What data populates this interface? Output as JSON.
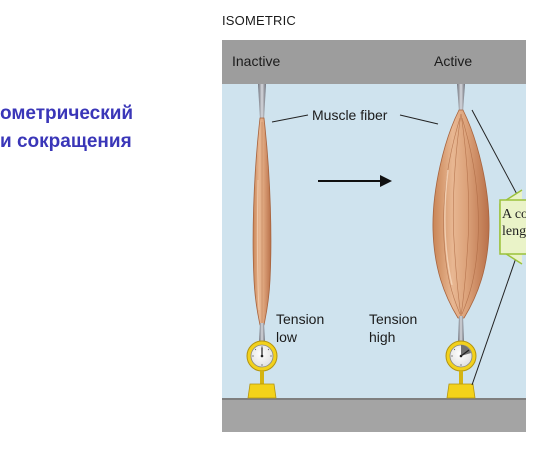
{
  "slide": {
    "title_line1": "ометрический",
    "title_line2": "и сокращения"
  },
  "figure": {
    "heading": "ISOMETRIC",
    "inactive_label": "Inactive",
    "active_label": "Active",
    "muscle_fiber_label": "Muscle fiber",
    "tension_left_line1": "Tension",
    "tension_left_line2": "low",
    "tension_right_line1": "Tension",
    "tension_right_line2": "high",
    "callout_line1": "A co",
    "callout_line2": "leng"
  },
  "colors": {
    "title": "#3a36b8",
    "background_fluid": "#cfe3ee",
    "top_bar": "#9b9b9b",
    "muscle": "#d9a27a",
    "gauge_base": "#f3d21a",
    "callout_bg": "#eaf3c8",
    "callout_border": "#9bc23a"
  },
  "icons": [
    "gauge-icon",
    "arrow-right-icon"
  ]
}
